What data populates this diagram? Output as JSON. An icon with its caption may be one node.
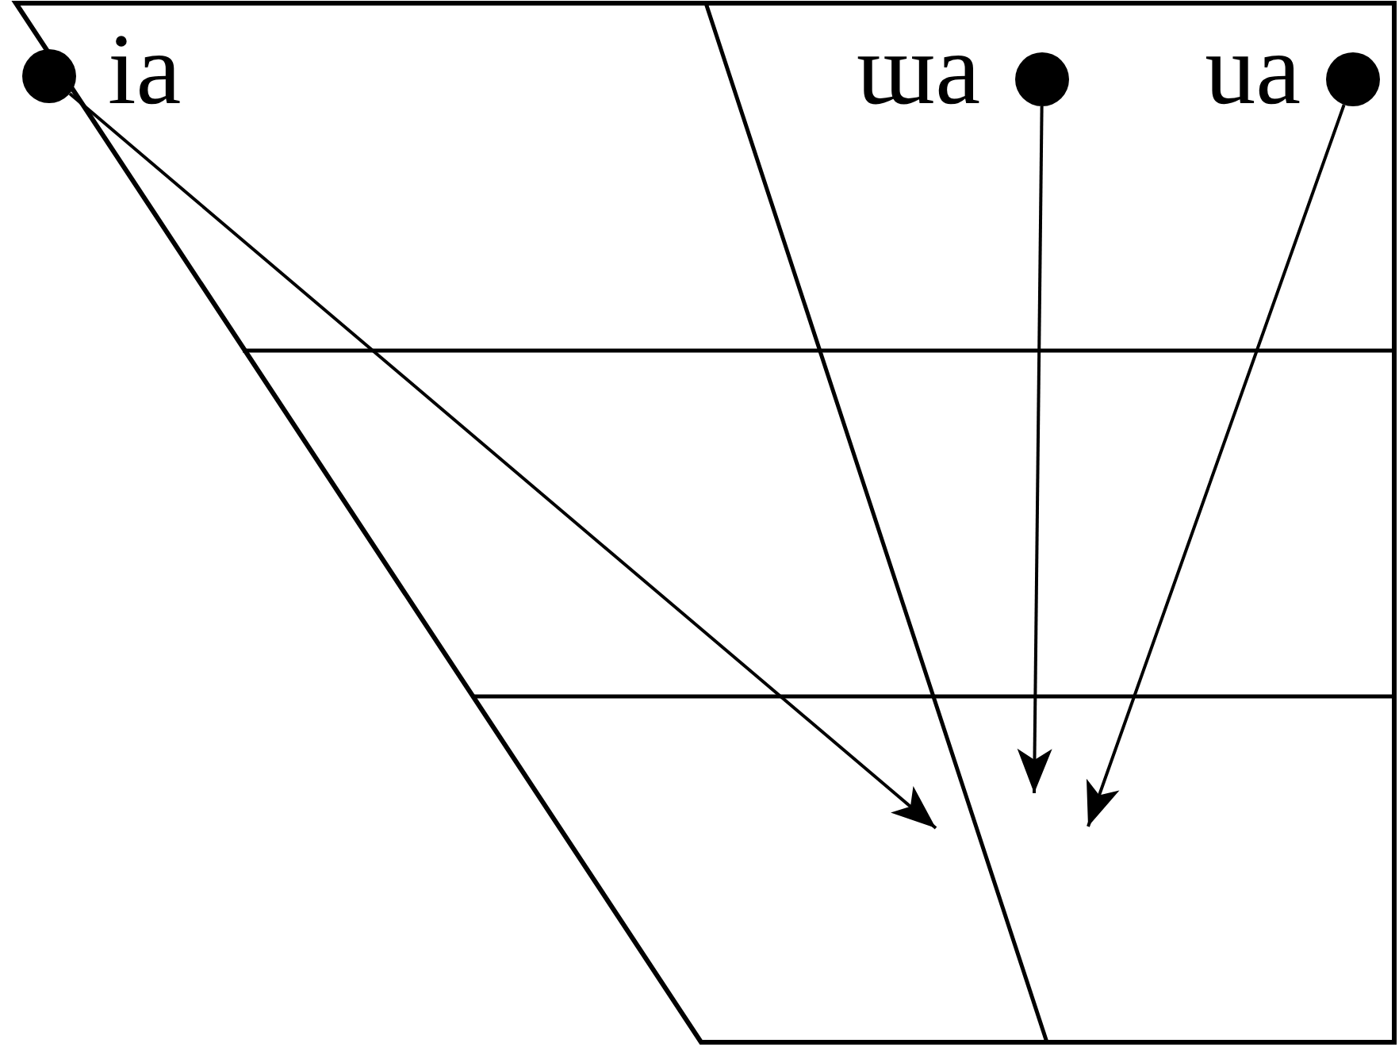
{
  "diagram": {
    "nodes": [
      {
        "text": [],
        "shape": "circle",
        "beside": [
          "ia"
        ]
      },
      {
        "text": [],
        "shape": "circle",
        "beside": [
          "ɯa"
        ]
      },
      {
        "text": [],
        "shape": "circle",
        "beside": [
          "ua"
        ]
      }
    ],
    "edges": [
      {
        "from": 0,
        "to": null,
        "arrow": "to"
      },
      {
        "from": 1,
        "to": null,
        "arrow": "to"
      },
      {
        "from": 2,
        "to": null,
        "arrow": "to"
      }
    ]
  }
}
